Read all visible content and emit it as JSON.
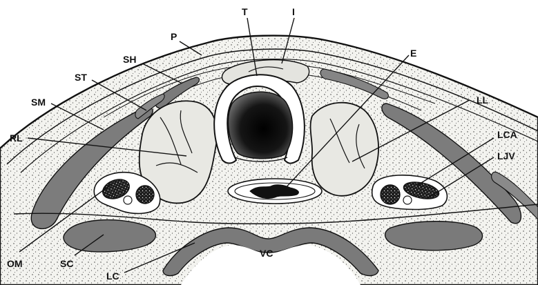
{
  "diagram": {
    "labels": {
      "T": "T",
      "I": "I",
      "P": "P",
      "SH": "SH",
      "ST": "ST",
      "SM": "SM",
      "E": "E",
      "LL": "LL",
      "RL": "RL",
      "LCA": "LCA",
      "LJV": "LJV",
      "OM": "OM",
      "SC": "SC",
      "VC": "VC",
      "LC": "LC"
    }
  },
  "colors": {
    "ink": "#111111",
    "tissue": "#f2f2ee",
    "gland": "#e9e9e4",
    "muscle": "#7d7d7d",
    "lumen": "#1a1a1a",
    "background": "#ffffff"
  }
}
